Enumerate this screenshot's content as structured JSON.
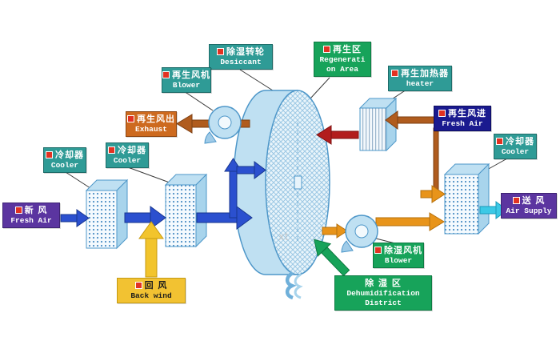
{
  "colors": {
    "teal_label": "#2f9b96",
    "green_label": "#17a35a",
    "orange_label": "#cd6a1f",
    "navy_label": "#1a1a8f",
    "purple_label": "#5b35a0",
    "yellow_label": "#f2c232",
    "process_blue": "#2b50cf",
    "regen_brown": "#b05c1e",
    "supply_orange": "#e8941a",
    "regen_red": "#b21d1d",
    "supply_cyan": "#3cc9e6",
    "back_wind_yellow": "#f2c42c",
    "district_green": "#17a35a",
    "equipment_blue": "#bfe0f2"
  },
  "labels": {
    "desiccant": {
      "zh": "除湿转轮",
      "en": "Desiccant"
    },
    "regen_area": {
      "zh": "再生区",
      "en1": "Regenerati",
      "en2": "on Area"
    },
    "regen_blower": {
      "zh": "再生风机",
      "en": "Blower"
    },
    "regen_heater": {
      "zh": "再生加热器",
      "en": "heater"
    },
    "exhaust": {
      "zh": "再生风出",
      "en": "Exhaust"
    },
    "regen_fresh_air": {
      "zh": "再生风进",
      "en": "Fresh Air"
    },
    "cooler_right": {
      "zh": "冷却器",
      "en": "Cooler"
    },
    "cooler_1": {
      "zh": "冷却器",
      "en": "Cooler"
    },
    "cooler_2": {
      "zh": "冷却器",
      "en": "Cooler"
    },
    "fresh_air": {
      "zh": "新 风",
      "en": "Fresh Air"
    },
    "air_supply": {
      "zh": "送 风",
      "en": "Air Supply"
    },
    "back_wind": {
      "zh": "回 风",
      "en": "Back wind"
    },
    "dehum_blower": {
      "zh": "除湿风机",
      "en": "Blower"
    },
    "dehum_district": {
      "zh": "除 湿 区",
      "en1": "Dehumidification",
      "en2": "District"
    }
  },
  "watermark": "xt"
}
